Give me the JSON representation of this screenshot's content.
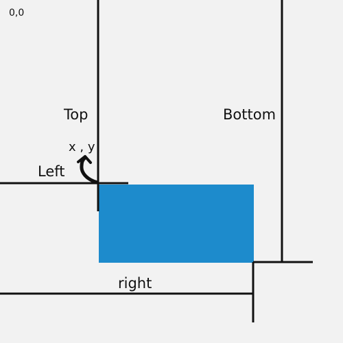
{
  "diagram": {
    "origin_label": "0,0",
    "top_label": "Top",
    "bottom_label": "Bottom",
    "point_label": "x , y",
    "left_label": "Left",
    "right_label": "right",
    "colors": {
      "background": "#f2f2f2",
      "rectangle": "#1d8bcc",
      "lines": "#111111"
    }
  }
}
